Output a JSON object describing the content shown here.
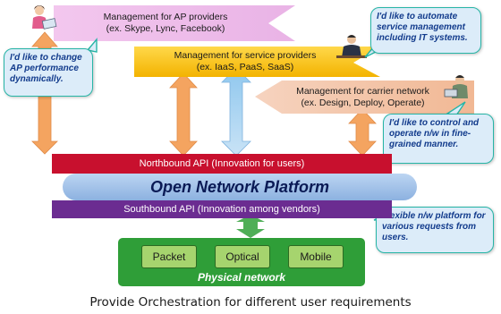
{
  "ap_providers": {
    "title": "Management for AP providers",
    "examples": "(ex. Skype, Lync, Facebook)"
  },
  "service_providers": {
    "title": "Management for service providers",
    "examples": "(ex. IaaS, PaaS, SaaS)"
  },
  "carrier_network": {
    "title": "Management for carrier network",
    "examples": "(ex. Design, Deploy, Operate)"
  },
  "bubbles": {
    "ap_performance": "I'd like to change AP performance dynamically.",
    "automate": "I'd like to automate service management including IT systems.",
    "control": "I'd like to control and operate n/w in fine-grained manner.",
    "flexible": "Flexible n/w platform for various requests from users."
  },
  "northbound_api": "Northbound API (Innovation for users)",
  "platform_title": "Open Network Platform",
  "southbound_api": "Southbound API (Innovation among vendors)",
  "physical": {
    "packet": "Packet",
    "optical": "Optical",
    "mobile": "Mobile",
    "label": "Physical network"
  },
  "caption": "Provide Orchestration for different user requirements",
  "colors": {
    "northbound": "#c8102e",
    "platform": "#8fb4e3",
    "southbound": "#6b2c91",
    "physical": "#2f9e38",
    "tile": "#a6d46e",
    "arrow": "#f4a460"
  }
}
